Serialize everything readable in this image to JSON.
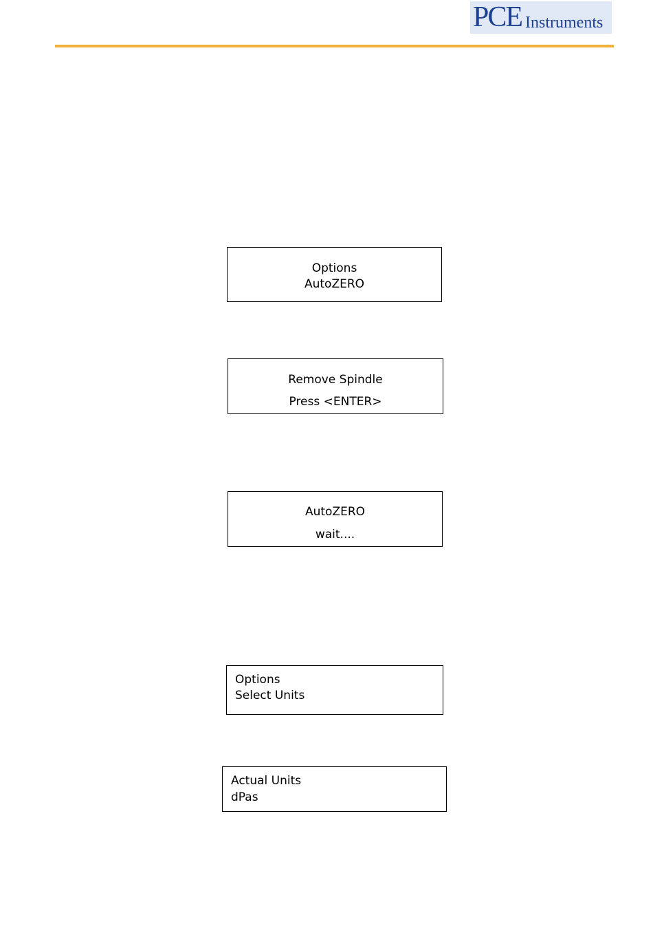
{
  "header": {
    "logo_mark": "PCE",
    "logo_word": "Instruments",
    "brand_blue": "#1c3f8f",
    "rule_color": "#f2b13a"
  },
  "displays": [
    {
      "line1": "Options",
      "line2": "AutoZERO"
    },
    {
      "line1": "Remove Spindle",
      "line2": "Press <ENTER>"
    },
    {
      "line1": "AutoZERO",
      "line2": "wait...."
    },
    {
      "line1": "Options",
      "line2": "Select Units"
    },
    {
      "line1": "Actual Units",
      "line2": "dPas"
    }
  ]
}
